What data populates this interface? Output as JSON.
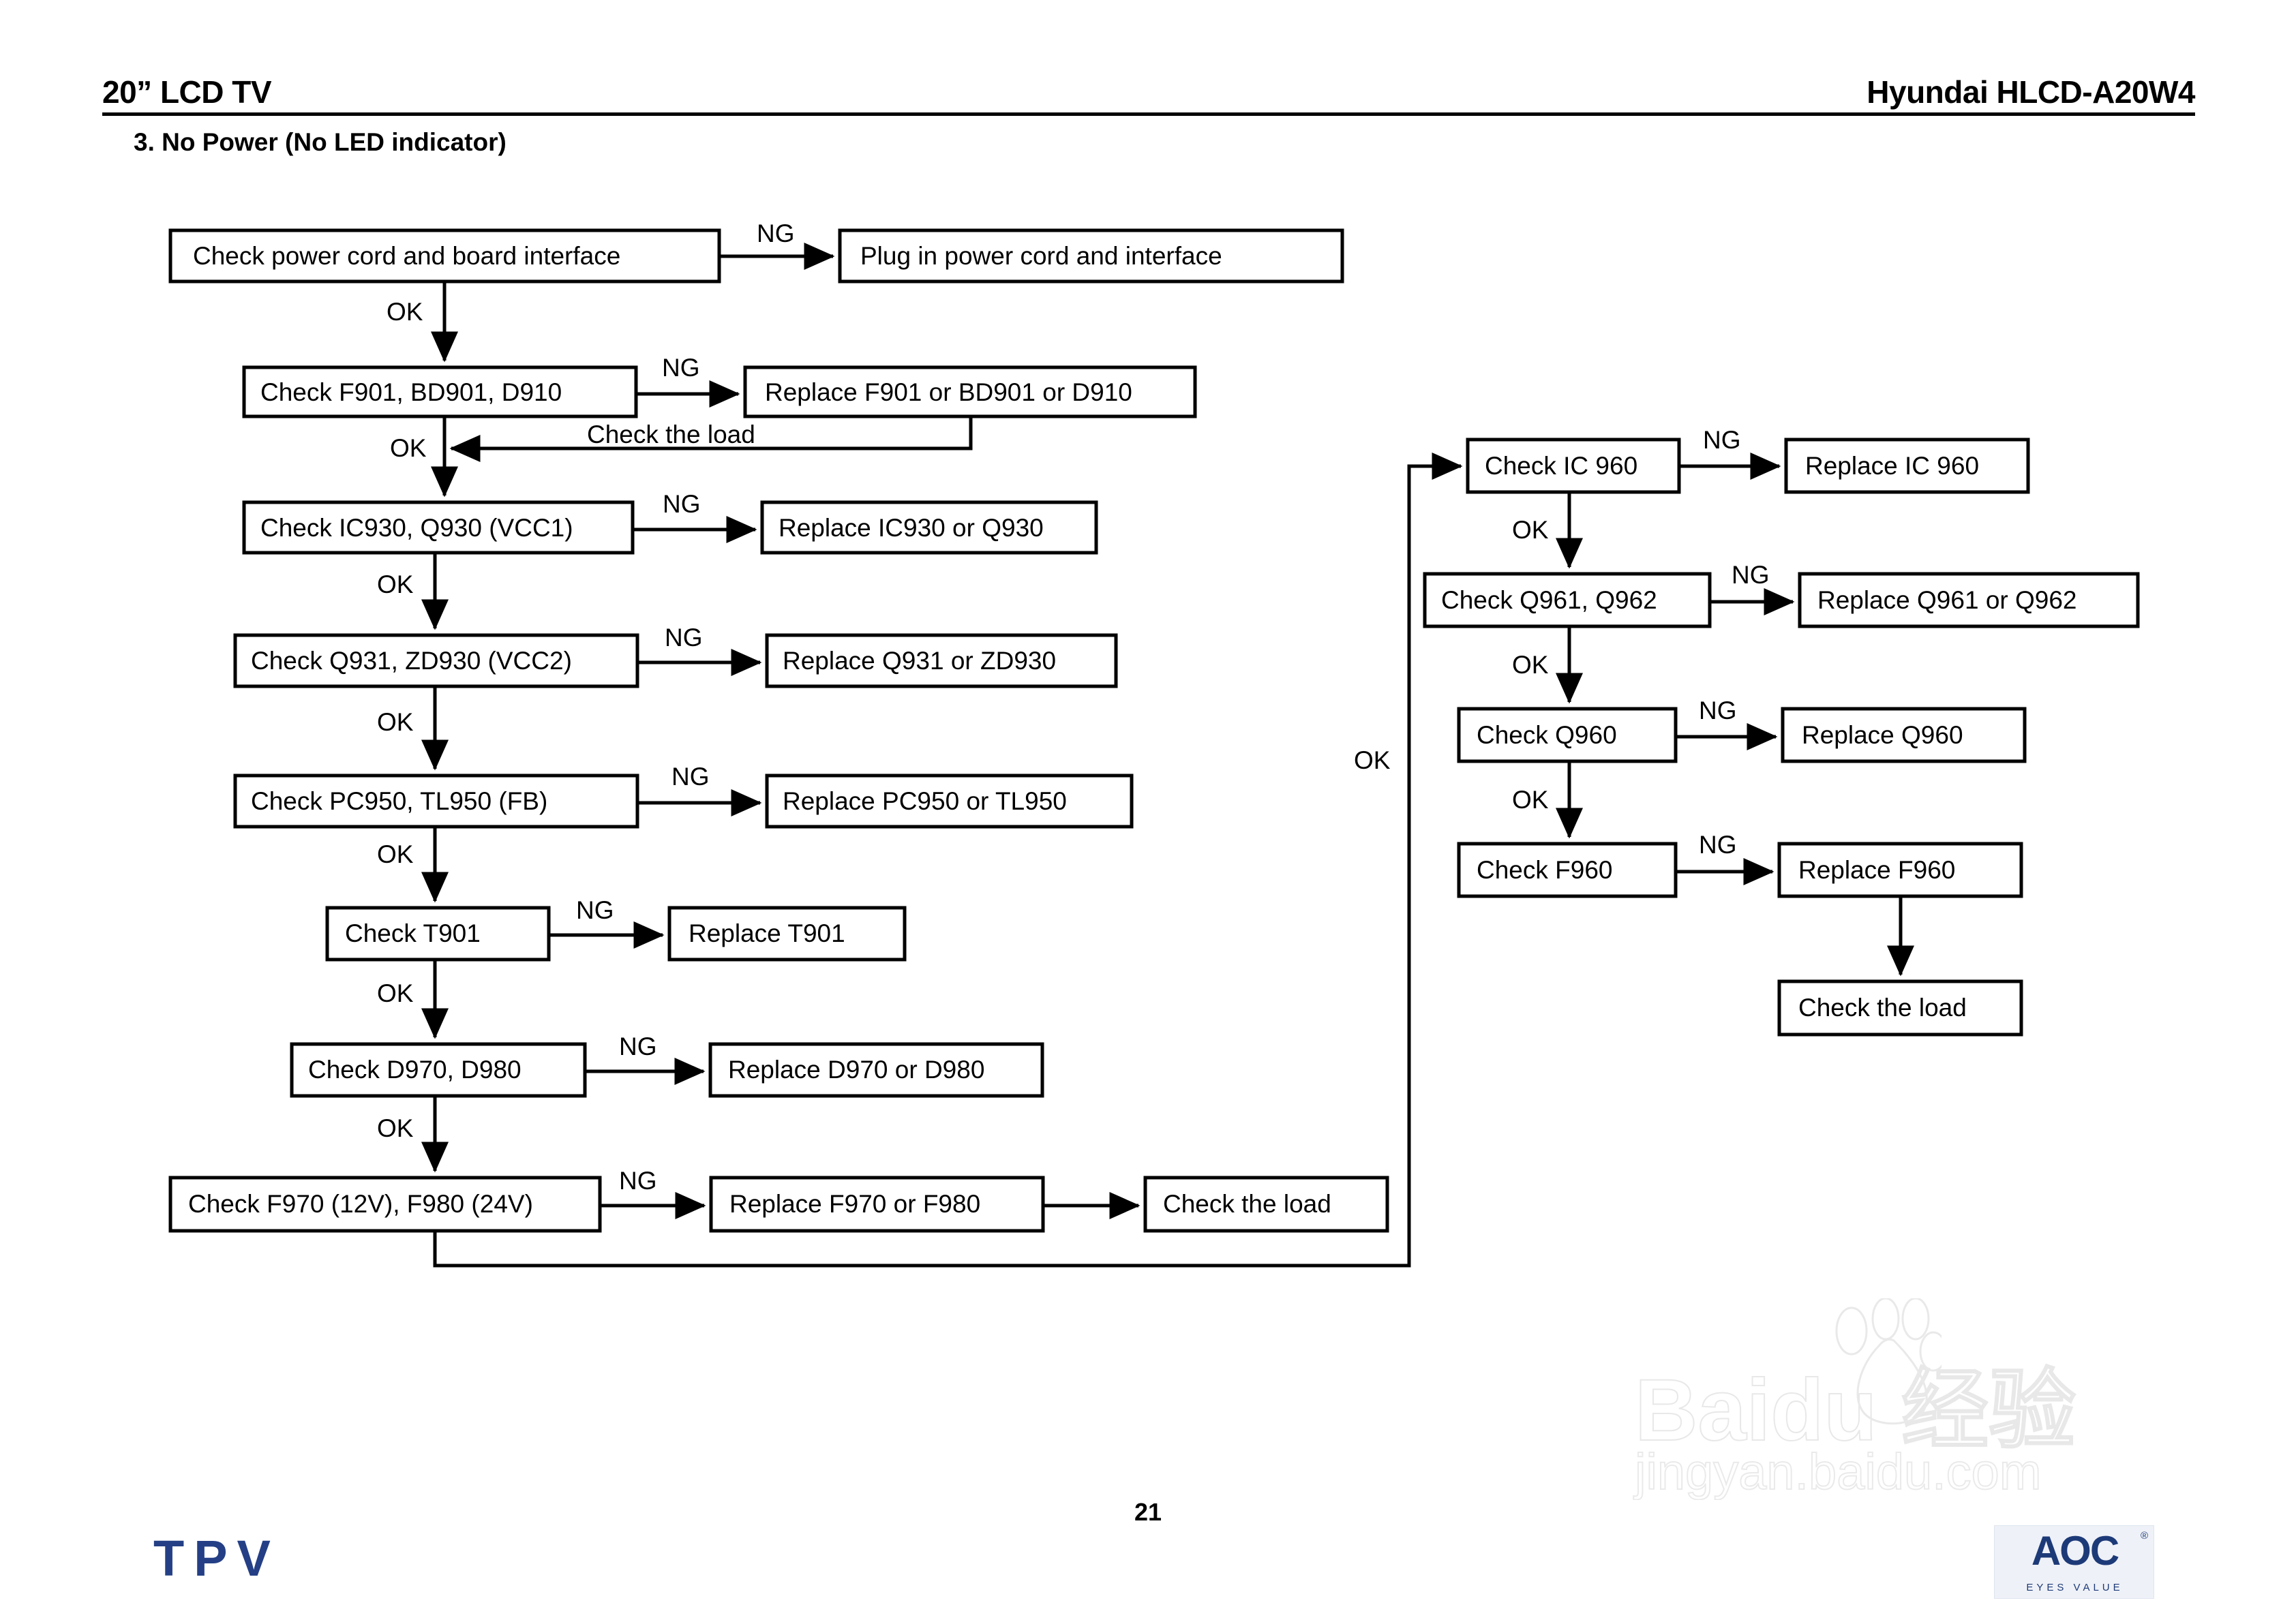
{
  "header": {
    "left_title": "20” LCD TV",
    "right_title": "Hyundai HLCD-A20W4"
  },
  "section": {
    "heading": "3. No Power (No LED indicator)"
  },
  "footer": {
    "page_number": "21",
    "tpv_logo_text": "TPV",
    "aoc_logo_text": "AOC",
    "aoc_tagline": "EYES VALUE",
    "aoc_registered": "®"
  },
  "watermark": {
    "wordmark": "Baidu 经验",
    "url": "jingyan.baidu.com"
  },
  "flowchart": {
    "labels": {
      "ng": "NG",
      "ok": "OK"
    },
    "left_column": {
      "check_boxes": [
        {
          "id": "check-power-cord",
          "text": "Check power cord and board interface"
        },
        {
          "id": "check-f901",
          "text": "Check F901, BD901, D910"
        },
        {
          "id": "check-ic930",
          "text": "Check IC930, Q930 (VCC1)"
        },
        {
          "id": "check-q931",
          "text": "Check Q931, ZD930 (VCC2)"
        },
        {
          "id": "check-pc950",
          "text": "Check PC950, TL950 (FB)"
        },
        {
          "id": "check-t901",
          "text": "Check T901"
        },
        {
          "id": "check-d970",
          "text": "Check D970, D980"
        },
        {
          "id": "check-f970",
          "text": "Check F970 (12V), F980 (24V)"
        }
      ],
      "action_boxes": [
        {
          "id": "plug-in-power-cord",
          "text": "Plug in power cord and interface"
        },
        {
          "id": "replace-f901",
          "text": "Replace F901 or BD901 or D910"
        },
        {
          "id": "replace-ic930",
          "text": "Replace IC930 or Q930"
        },
        {
          "id": "replace-q931",
          "text": "Replace Q931 or ZD930"
        },
        {
          "id": "replace-pc950",
          "text": "Replace PC950 or TL950"
        },
        {
          "id": "replace-t901",
          "text": "Replace T901"
        },
        {
          "id": "replace-d970",
          "text": "Replace D970 or D980"
        },
        {
          "id": "replace-f970",
          "text": "Replace F970 or F980"
        },
        {
          "id": "check-load-bottom",
          "text": "Check the load"
        }
      ],
      "feedback_label": "Check the load"
    },
    "right_column": {
      "check_boxes": [
        {
          "id": "check-ic960",
          "text": "Check IC 960"
        },
        {
          "id": "check-q961",
          "text": "Check Q961, Q962"
        },
        {
          "id": "check-q960",
          "text": "Check Q960"
        },
        {
          "id": "check-f960",
          "text": "Check F960"
        }
      ],
      "action_boxes": [
        {
          "id": "replace-ic960",
          "text": "Replace IC 960"
        },
        {
          "id": "replace-q961",
          "text": "Replace Q961 or Q962"
        },
        {
          "id": "replace-q960",
          "text": "Replace Q960"
        },
        {
          "id": "replace-f960",
          "text": "Replace F960"
        },
        {
          "id": "check-load-right",
          "text": "Check the load"
        }
      ]
    },
    "transfer_label": "OK"
  }
}
